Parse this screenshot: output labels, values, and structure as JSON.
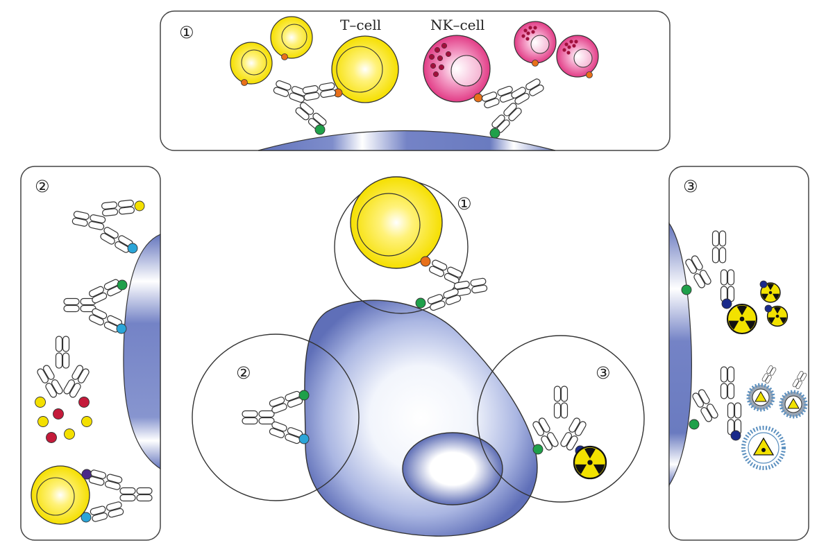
{
  "labels": {
    "t_cell": "T–cell",
    "nk_cell": "NK–cell"
  },
  "markers": {
    "one": "①",
    "two": "②",
    "three": "③"
  },
  "colors": {
    "t_cell": "#f5e000",
    "nk_cell": "#e6408a",
    "tumor": "#6a78bf",
    "binding_green": "#1fa04a",
    "binding_blue": "#2aa5d8",
    "binding_orange": "#e8701a",
    "payload_yellow": "#f4e000",
    "payload_red": "#c41a3a",
    "linker_navy": "#1a2a8a",
    "linker_purple": "#4a2888",
    "radiation": "#f2e200",
    "liposome": "#5a8fbf"
  },
  "icons": [
    "radiation-icon",
    "toxin-hazard-icon",
    "antibody-icon",
    "liposome-icon"
  ]
}
